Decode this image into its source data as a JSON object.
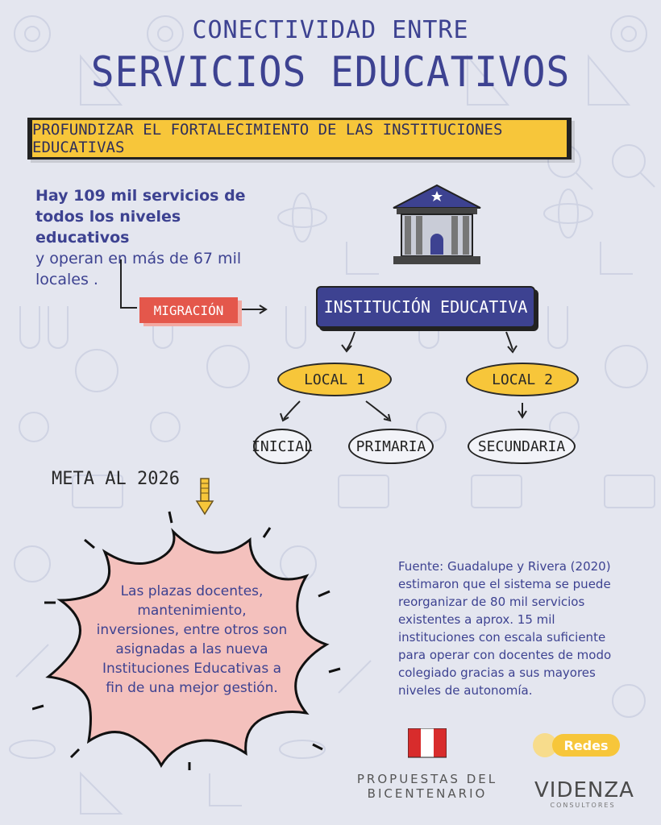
{
  "header": {
    "title_line1": "CONECTIVIDAD ENTRE",
    "title_line2": "SERVICIOS EDUCATIVOS",
    "banner": "PROFUNDIZAR EL FORTALECIMIENTO DE LAS INSTITUCIONES EDUCATIVAS"
  },
  "intro": {
    "bold1": "Hay 109 mil servicios de",
    "bold2": "todos los niveles educativos",
    "normal1": "y operan en más de 67 mil",
    "normal2": "locales ."
  },
  "diagram": {
    "migration_label": "MIGRACIÓN",
    "institution_label": "INSTITUCIÓN EDUCATIVA",
    "local1": "LOCAL 1",
    "local2": "LOCAL 2",
    "level_inicial": "INICIAL",
    "level_primaria": "PRIMARIA",
    "level_secundaria": "SECUNDARIA"
  },
  "goal": {
    "label": "META AL 2026",
    "text": "Las plazas docentes, mantenimiento, inversiones, entre otros son asignadas a las nueva Instituciones Educativas a fin de una mejor gestión."
  },
  "source": {
    "text": "Fuente: Guadalupe y Rivera (2020) estimaron que el sistema se puede reorganizar de 80 mil servicios existentes a aprox. 15 mil instituciones con escala suficiente para operar con docentes de modo colegiado gracias a sus mayores niveles de autonomía."
  },
  "footer": {
    "propuestas_line1": "PROPUESTAS DEL",
    "propuestas_line2": "BICENTENARIO",
    "redes": "Redes",
    "videnza": "VIDENZA",
    "consultores": "CONSULTORES"
  },
  "colors": {
    "background": "#e4e6ef",
    "navy": "#3d4291",
    "yellow": "#f7c63a",
    "red": "#e4574b",
    "pink": "#f4c1bd"
  },
  "icons": [
    "gear-icon",
    "ruler-triangle-icon",
    "magnifier-icon",
    "atom-icon",
    "bar-chart-icon",
    "flask-icon",
    "globe-icon",
    "lightbulb-icon",
    "monitor-icon",
    "pencil-icon",
    "building-icon",
    "flag-peru-icon"
  ]
}
